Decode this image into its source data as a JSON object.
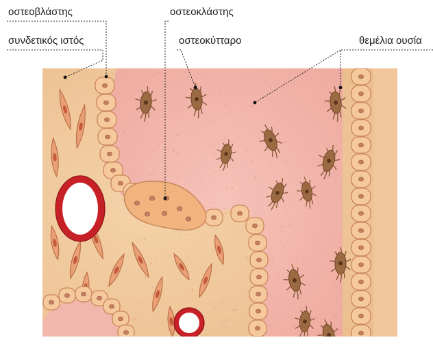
{
  "labels": {
    "osteoblast": "οστεοβλάστης",
    "connective_tissue": "συνδετικός ιστός",
    "osteoclast": "οστεοκλάστης",
    "osteocyte": "οστεοκύτταρο",
    "matrix": "θεμέλια ουσία"
  },
  "colors": {
    "tissue": "#f0c9a0",
    "matrix": "#f2b7ad",
    "cell_fill": "#f6c99c",
    "cell_stroke": "#c9865a",
    "nucleus": "#c77f62",
    "osteocyte": "#8a5a36",
    "vessel_red": "#c72127",
    "leader": "#222222"
  },
  "icons": [
    "osteocyte-cell-icon",
    "blood-vessel-icon",
    "fibroblast-cell-icon"
  ]
}
